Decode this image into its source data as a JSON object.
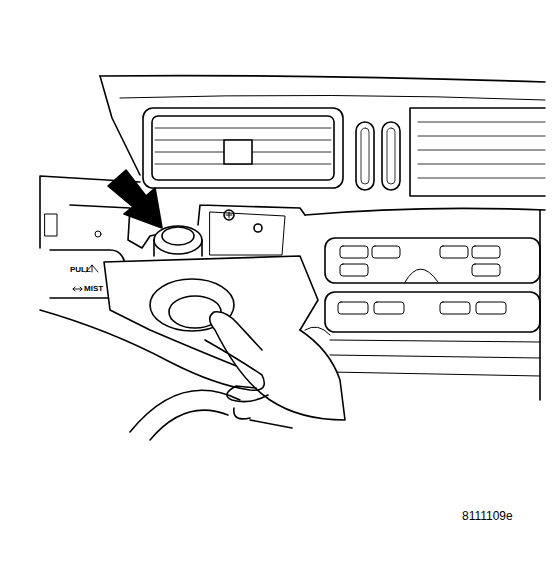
{
  "diagram": {
    "labels": [
      "PULL",
      "MIST",
      "8111109e"
    ]
  }
}
